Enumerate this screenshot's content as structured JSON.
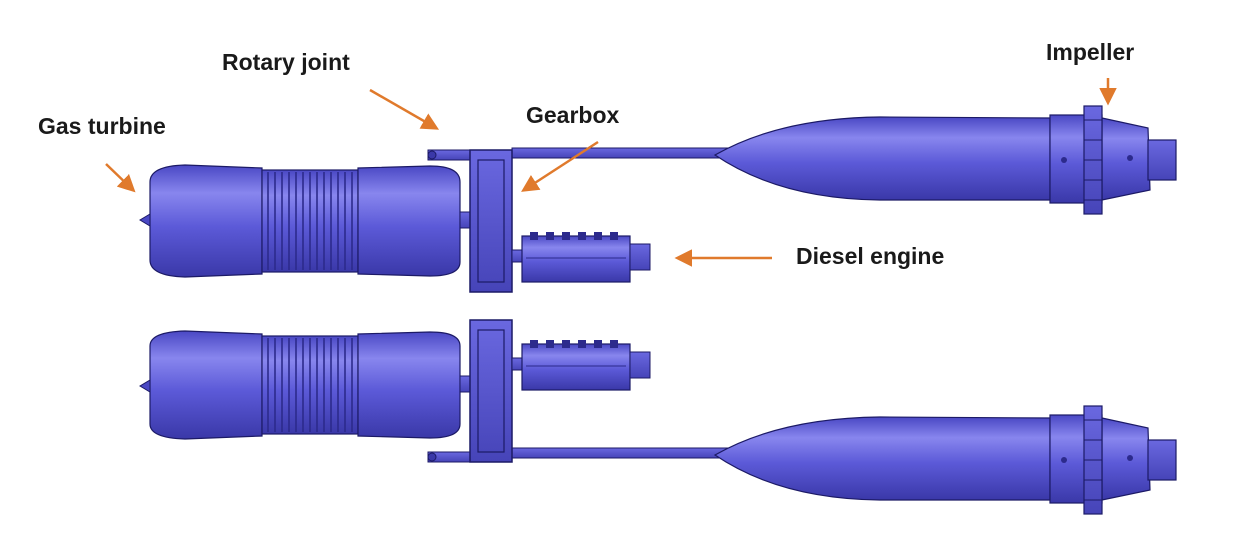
{
  "labels": {
    "gas_turbine": "Gas turbine",
    "rotary_joint": "Rotary joint",
    "gearbox": "Gearbox",
    "impeller": "Impeller",
    "diesel_engine": "Diesel engine"
  },
  "colors": {
    "body": "#5c5ad8",
    "body_light": "#8a88ee",
    "body_dark": "#2c2a8c",
    "outline": "#1c1a66",
    "arrow": "#e07a2c",
    "label_text": "#1a1a1a"
  }
}
